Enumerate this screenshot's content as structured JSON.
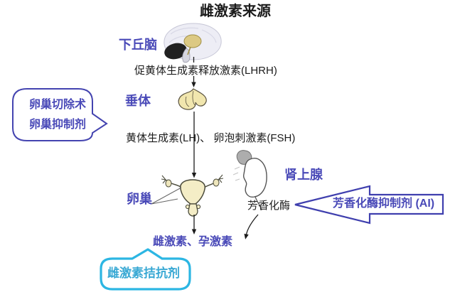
{
  "title": "雌激素来源",
  "labels": {
    "hypothalamus": "下丘脑",
    "pituitary": "垂体",
    "ovary": "卵巢",
    "adrenal": "肾上腺",
    "aromatase": "芳香化酶",
    "estrogen_progesterone": "雌激素、孕激素"
  },
  "hormones": {
    "lhrh": "促黄体生成素释放激素(LHRH)",
    "lh_fsh": "黄体生成素(LH)、 卵泡刺激素(FSH)"
  },
  "interventions": {
    "ovary_bubble": {
      "line1": "卵巢切除术",
      "line2": "卵巢抑制剂"
    },
    "ai_arrow_label": "芳香化酶抑制剂 (AI)",
    "estrogen_antagonist": "雌激素拮抗剂"
  },
  "icons": {
    "brain": "brain-icon",
    "pituitary": "pituitary-gland-icon",
    "uterus": "uterus-ovaries-icon",
    "kidney_adrenal": "kidney-adrenal-icon"
  },
  "colors": {
    "label_purple": "#4a4ab8",
    "text_black": "#1b1b1b",
    "outline_blue": "#3f3fae",
    "callout_cyan": "#2cb6e3",
    "cyan_text": "#3aa9d4",
    "background": "#ffffff"
  }
}
